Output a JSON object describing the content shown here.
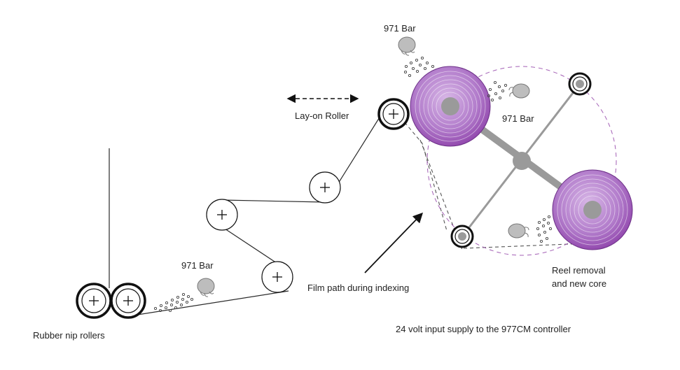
{
  "labels": {
    "bar_top": "971 Bar",
    "bar_mid": "971 Bar",
    "bar_left": "971 Bar",
    "lay_on_roller": "Lay-on Roller",
    "film_path": "Film path during indexing",
    "reel_removal_line1": "Reel removal",
    "reel_removal_line2": "and new core",
    "nip_rollers": "Rubber nip rollers",
    "supply": "24 volt input supply to the 977CM controller"
  },
  "colors": {
    "reel_light": "#d7b6e6",
    "reel_dark": "#8c3fa8",
    "arm": "#9a9a9a",
    "line": "#2a2a2a",
    "dashed_path": "#555555",
    "dashed_circle_purple": "#a35fb5"
  },
  "icons": {
    "bar": "static-eliminator-bar-icon",
    "roller": "guide-roller-icon",
    "arrow": "arrow-icon"
  }
}
